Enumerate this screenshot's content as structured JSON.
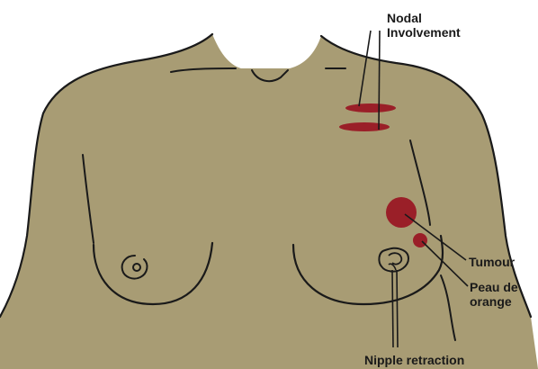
{
  "labels": {
    "nodal_line1": "Nodal",
    "nodal_line2": "Involvement",
    "tumour": "Tumour",
    "peau_line1": "Peau de",
    "peau_line2": "orange",
    "nipple_retraction": "Nipple retraction"
  },
  "colors": {
    "skin": "#a89c74",
    "outline": "#1a1a1a",
    "lesion": "#9a1f28",
    "background": "#ffffff"
  }
}
